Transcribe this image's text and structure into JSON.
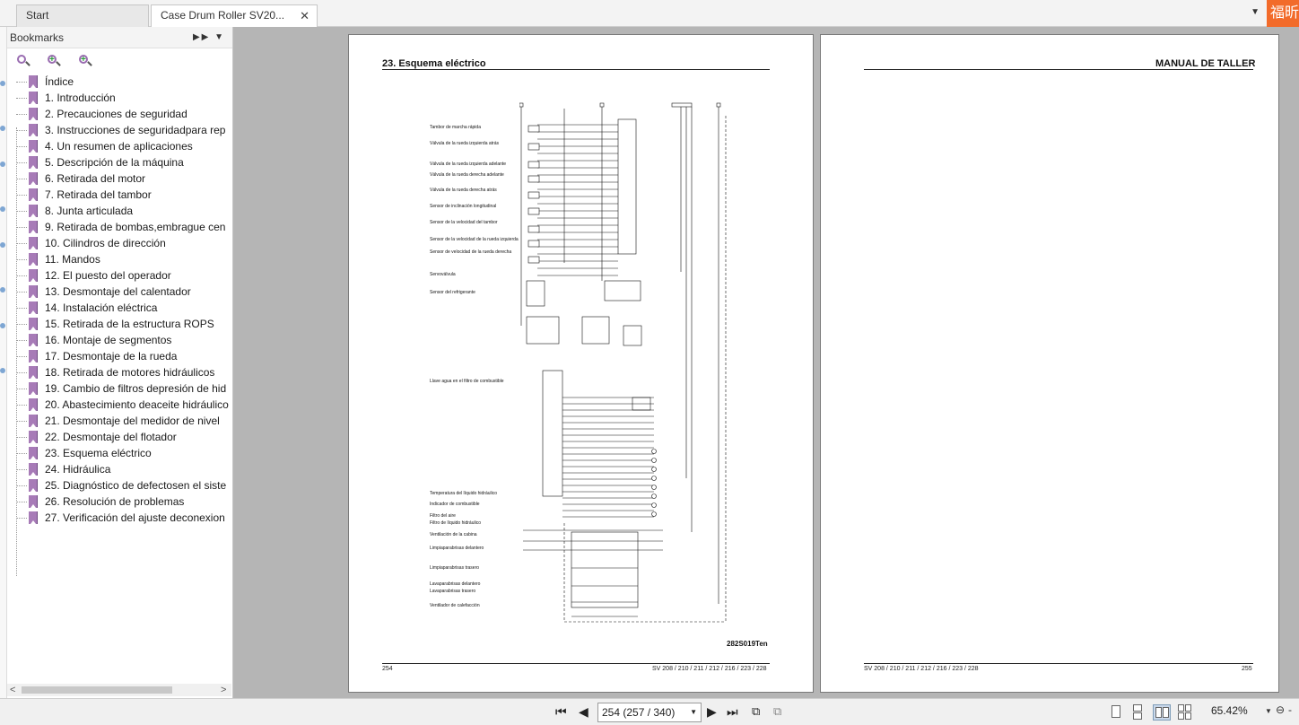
{
  "tabs": [
    {
      "label": "Start"
    },
    {
      "label": "Case Drum Roller SV20..."
    }
  ],
  "brand": {
    "text": "福昕"
  },
  "bookmarks": {
    "title": "Bookmarks",
    "items": [
      "Índice",
      "1. Introducción",
      "2. Precauciones de seguridad",
      "3. Instrucciones de seguridadpara rep",
      "4. Un resumen de aplicaciones",
      "5. Descripción de la máquina",
      "6. Retirada del motor",
      "7. Retirada del tambor",
      "8. Junta articulada",
      "9. Retirada de bombas,embrague cen",
      "10. Cilindros de dirección",
      "11. Mandos",
      "12. El puesto del operador",
      "13. Desmontaje del calentador",
      "14. Instalación eléctrica",
      "15. Retirada de la estructura ROPS",
      "16. Montaje de segmentos",
      "17. Desmontaje de la rueda",
      "18. Retirada de motores hidráulicos",
      "19. Cambio de filtros depresión de hid",
      "20. Abastecimiento deaceite hidráulico",
      "21. Desmontaje del medidor de nivel",
      "22. Desmontaje del flotador",
      "23. Esquema eléctrico",
      "24. Hidráulica",
      "25. Diagnóstico de defectosen el siste",
      "26. Resolución de problemas",
      "27. Verificación del ajuste deconexion"
    ]
  },
  "page_left": {
    "title": "23. Esquema eléctrico",
    "figure_ref": "282S019Ten",
    "footer_num": "254",
    "footer_models": "SV 208 / 210 / 211 / 212 / 216 / 223 / 228",
    "labels": [
      "Tambor de marcha rápida",
      "Válvula de la rueda izquierda atrás",
      "Válvula de la rueda izquierda adelante",
      "Válvula de la rueda derecha adelante",
      "Válvula de la rueda derecha atrás",
      "Sensor de inclinación longitudinal",
      "Sensor de la velocidad del tambor",
      "Sensor de la velocidad de la rueda izquierda",
      "Sensor de velocidad de la rueda derecha",
      "Servoválvula",
      "Sensor del refrigerante",
      "Llave agua en el filtro de combustible",
      "Temperatura del líquido hidráulico",
      "Indicador de combustible",
      "Filtro del aire",
      "Filtro de líquido hidráulico",
      "Ventilación de la cabina",
      "Limpiaparabrisas delantero",
      "Limpiaparabrisas trasero",
      "Lavaparabrisas delantero",
      "Lavaparabrisas trasero",
      "Ventilador de calefacción"
    ]
  },
  "page_right": {
    "title": "MANUAL DE TALLER",
    "footer_num": "255",
    "footer_models": "SV 208 / 210 / 211 / 212 / 216 / 223 / 228"
  },
  "pager": {
    "value": "254 (257 / 340)"
  },
  "zoom": {
    "value": "65.42%"
  }
}
